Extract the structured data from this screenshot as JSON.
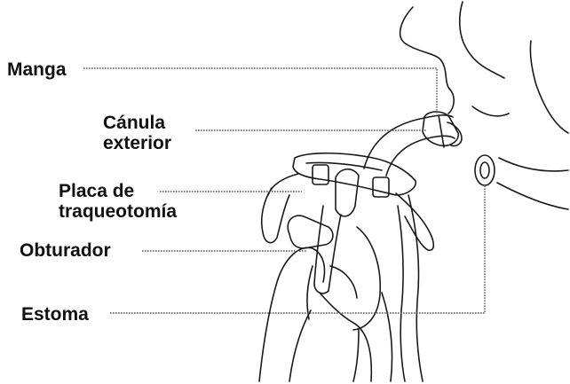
{
  "labels": {
    "manga": "Manga",
    "canula_line1": "Cánula",
    "canula_line2": "exterior",
    "placa_line1": "Placa de",
    "placa_line2": "traqueotomía",
    "obturador": "Obturador",
    "estoma": "Estoma"
  },
  "colors": {
    "ink": "#111111",
    "leader": "#555555",
    "background": "#ffffff"
  }
}
